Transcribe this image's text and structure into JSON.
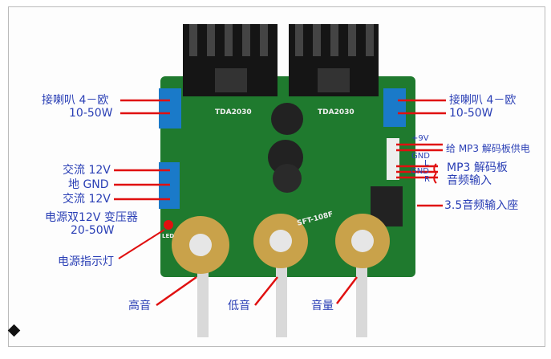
{
  "left_labels": {
    "speaker": "接喇叭 4－欧",
    "speaker_power": "10-50W",
    "ac1": "交流 12V",
    "gnd": "地 GND",
    "ac2": "交流 12V",
    "transformer": "电源双12V 变压器",
    "transformer_power": "20-50W",
    "power_led": "电源指示灯"
  },
  "right_labels": {
    "speaker": "接喇叭 4－欧",
    "speaker_power": "10-50W",
    "plus9v": "+9V",
    "gnd1": "GND",
    "mp3_power": "给 MP3 解码板供电",
    "l": "L",
    "mp3_board": "MP3 解码板",
    "gnd2": "GND",
    "r": "R",
    "audio_in": "音频输入",
    "jack": "3.5音频输入座"
  },
  "bottom_labels": {
    "treble": "高音",
    "bass": "低音",
    "volume": "音量"
  },
  "board": {
    "chip1": "TDA2030",
    "chip2": "TDA2030",
    "model": "SFT-108F",
    "led": "LED"
  },
  "colors": {
    "label": "#2a3fb5",
    "line": "#e01010",
    "pcb": "#1f7a2e"
  }
}
